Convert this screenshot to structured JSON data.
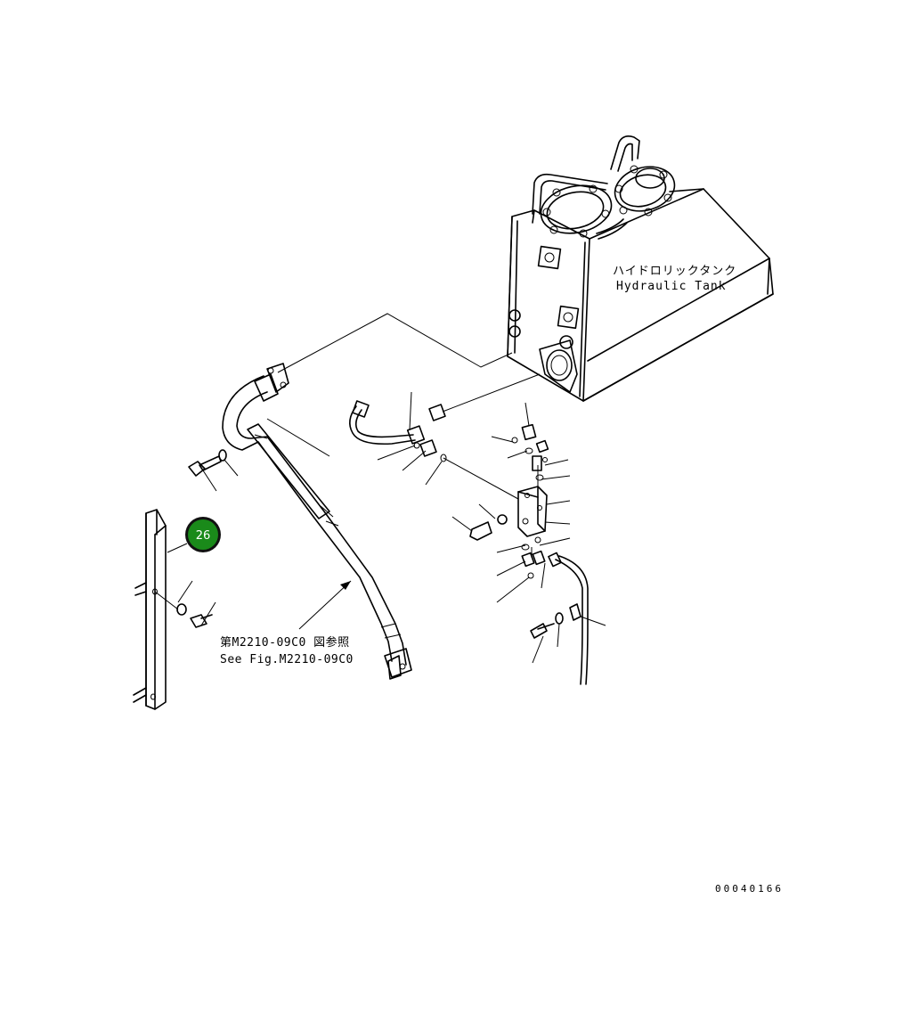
{
  "diagram": {
    "tank_label_jp": "ハイドロリックタンク",
    "tank_label_en": "Hydraulic Tank",
    "ref_label_jp": "第M2210-09C0 図参照",
    "ref_label_en": "See Fig.M2210-09C0",
    "drawing_number": "00040166",
    "callout": {
      "number": "26",
      "color": "#1a8a1a"
    }
  }
}
